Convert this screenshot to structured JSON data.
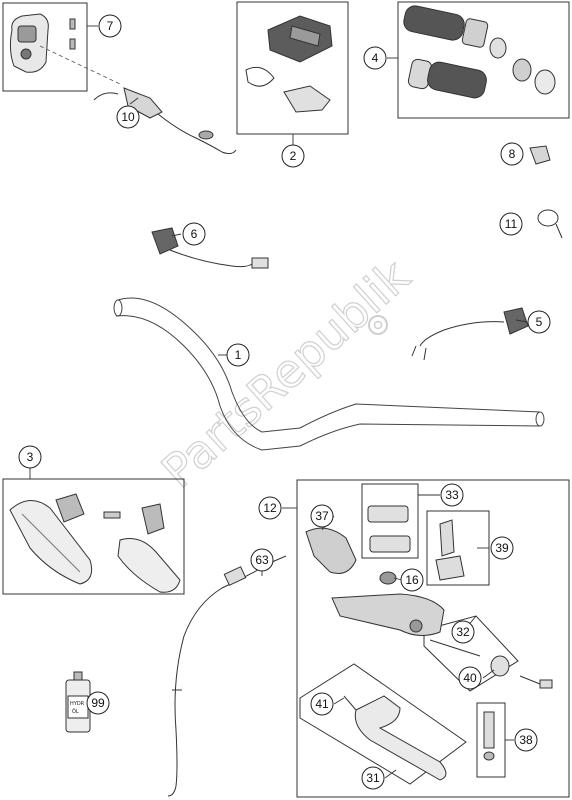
{
  "diagram": {
    "watermark": "PartsRepublik",
    "bottle_label_line1": "HYDR",
    "bottle_label_line2": "ÖL",
    "callouts": [
      {
        "id": "c1",
        "label": "1"
      },
      {
        "id": "c2",
        "label": "2"
      },
      {
        "id": "c3",
        "label": "3"
      },
      {
        "id": "c4",
        "label": "4"
      },
      {
        "id": "c5",
        "label": "5"
      },
      {
        "id": "c6",
        "label": "6"
      },
      {
        "id": "c7",
        "label": "7"
      },
      {
        "id": "c8",
        "label": "8"
      },
      {
        "id": "c10",
        "label": "10"
      },
      {
        "id": "c11",
        "label": "11"
      },
      {
        "id": "c12",
        "label": "12"
      },
      {
        "id": "c16",
        "label": "16"
      },
      {
        "id": "c31",
        "label": "31"
      },
      {
        "id": "c32",
        "label": "32"
      },
      {
        "id": "c33",
        "label": "33"
      },
      {
        "id": "c37",
        "label": "37"
      },
      {
        "id": "c38",
        "label": "38"
      },
      {
        "id": "c39",
        "label": "39"
      },
      {
        "id": "c40",
        "label": "40"
      },
      {
        "id": "c41",
        "label": "41"
      },
      {
        "id": "c63",
        "label": "63"
      },
      {
        "id": "c99",
        "label": "99"
      }
    ]
  }
}
